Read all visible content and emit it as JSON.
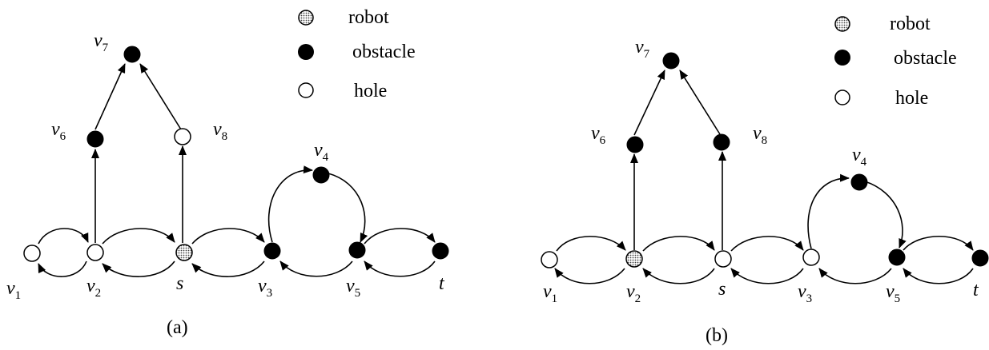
{
  "legend_a": {
    "robot": "robot",
    "obstacle": "obstacle",
    "hole": "hole"
  },
  "legend_b": {
    "robot": "robot",
    "obstacle": "obstacle",
    "hole": "hole"
  },
  "captions": {
    "a": "(a)",
    "b": "(b)"
  },
  "labels": {
    "v1": {
      "main": "v",
      "sub": "1"
    },
    "v2": {
      "main": "v",
      "sub": "2"
    },
    "v3": {
      "main": "v",
      "sub": "3"
    },
    "v4": {
      "main": "v",
      "sub": "4"
    },
    "v5": {
      "main": "v",
      "sub": "5"
    },
    "v6": {
      "main": "v",
      "sub": "6"
    },
    "v7": {
      "main": "v",
      "sub": "7"
    },
    "v8": {
      "main": "v",
      "sub": "8"
    },
    "s": {
      "main": "s"
    },
    "t": {
      "main": "t"
    }
  },
  "graph_a": {
    "node_states": {
      "v1": "hole",
      "v2": "hole",
      "s": "robot",
      "v3": "obstacle",
      "v4": "obstacle",
      "v5": "obstacle",
      "t": "obstacle",
      "v6": "obstacle",
      "v7": "obstacle",
      "v8": "hole"
    }
  },
  "graph_b": {
    "node_states": {
      "v1": "hole",
      "v2": "robot",
      "s": "hole",
      "v3": "hole",
      "v4": "obstacle",
      "v5": "obstacle",
      "t": "obstacle",
      "v6": "obstacle",
      "v7": "obstacle",
      "v8": "obstacle"
    }
  },
  "colors": {
    "obstacle": "#000000",
    "hole": "#ffffff",
    "robot": "#bdbdbd",
    "stroke": "#000000"
  }
}
